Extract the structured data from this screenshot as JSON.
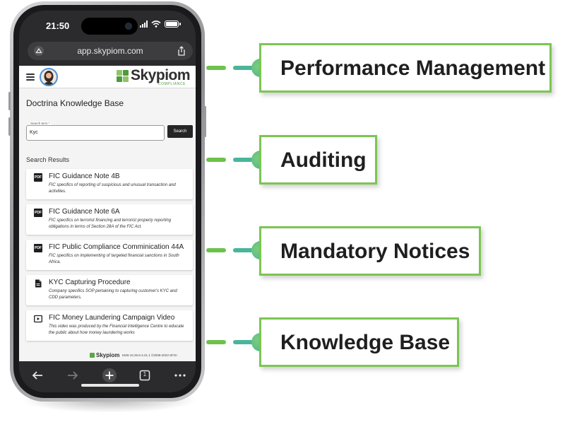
{
  "phone": {
    "status_time": "21:50",
    "url": "app.skypiom.com",
    "app_header": {
      "logo_text": "Skypiom",
      "logo_sub": "COMPLIANCE"
    },
    "page_title": "Doctrina Knowledge Base",
    "search": {
      "label": "Search term *",
      "value": "Kyc",
      "button_label": "Search"
    },
    "results_label": "Search Results",
    "results": [
      {
        "icon": "pdf-icon",
        "icon_text": "PDF",
        "title": "FIC Guidance Note 4B",
        "description": "FIC specifics of reporting of suspicious and unusual transaction and activities."
      },
      {
        "icon": "pdf-icon",
        "icon_text": "PDF",
        "title": "FIC Guidance Note 6A",
        "description": "FIC specifics on terrorist financing and terrorist property reporting obligations in terms of Section 28A of the FIC Act."
      },
      {
        "icon": "pdf-icon",
        "icon_text": "PDF",
        "title": "FIC Public Compliance Comminication 44A",
        "description": "FIC specifics on implementing of targeted financial sanctions in South Africa."
      },
      {
        "icon": "document-icon",
        "icon_text": "",
        "title": "KYC Capturing Procedure",
        "description": "Company specifics SOP pertaining to capturing customer's KYC and CDD parameters."
      },
      {
        "icon": "video-icon",
        "icon_text": "",
        "title": "FIC Money Laundering Campaign Video",
        "description": "This video was produced by the Financial Intelligence Centre to educate the public about how money laundering works"
      }
    ],
    "footer": {
      "logo_text": "Skypiom",
      "version": "KMS v0.25.6-4.21.1 ©2008-2023 SFGI"
    },
    "toolbar": {
      "tab_count": "1"
    }
  },
  "callouts": [
    {
      "label": "Performance Management"
    },
    {
      "label": "Auditing"
    },
    {
      "label": "Mandatory Notices"
    },
    {
      "label": "Knowledge Base"
    }
  ],
  "colors": {
    "callout_border": "#7cc553",
    "connector_green": "#6dc24b",
    "connector_teal": "#4ab59b",
    "logo_green": "#5aa845"
  }
}
